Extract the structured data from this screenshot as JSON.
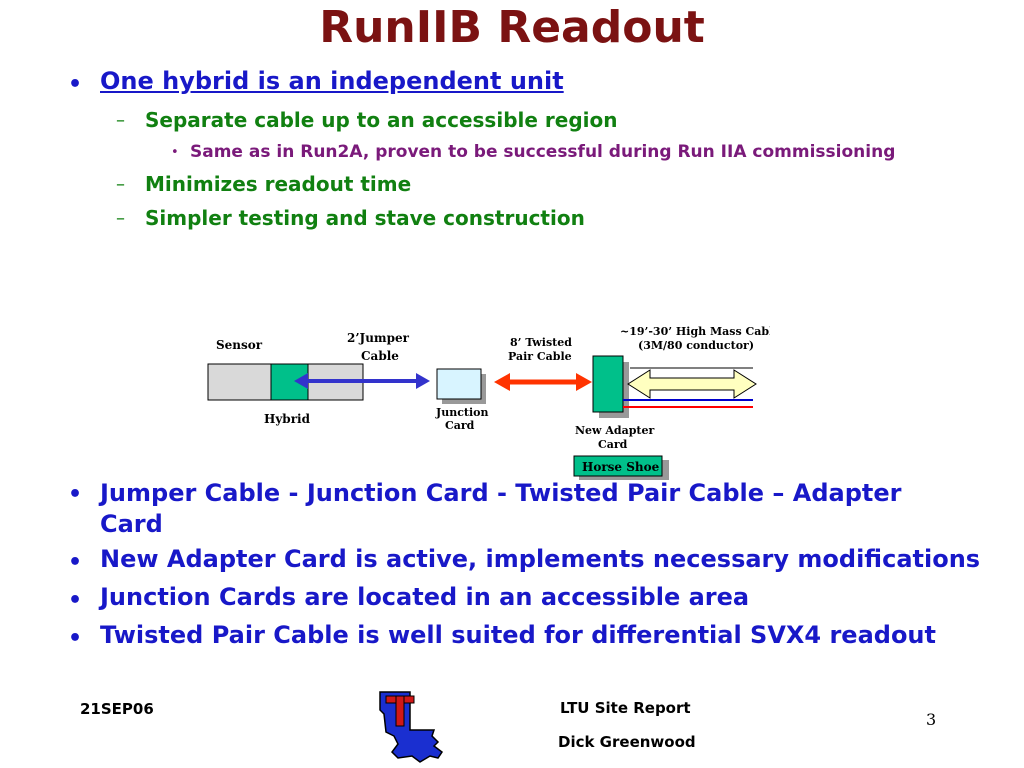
{
  "title": "RunIIB Readout",
  "intro": {
    "headline": "One hybrid is an independent unit",
    "sub1": "Separate cable up to an accessible region",
    "sub1_detail": "Same as in Run2A, proven to be successful during Run IIA commissioning",
    "sub2": "Minimizes readout time",
    "sub3": "Simpler testing and stave construction"
  },
  "diagram": {
    "sensor": "Sensor",
    "hybrid": "Hybrid",
    "jumper_line1": "2’Jumper",
    "jumper_line2": "Cable",
    "junction_line1": "Junction",
    "junction_line2": "Card",
    "twisted_line1": "8’ Twisted",
    "twisted_line2": "Pair Cable",
    "highmass_line1": "~19’-30’ High Mass Cable",
    "highmass_line2": "(3M/80 conductor)",
    "adapter_line1": "New Adapter",
    "adapter_line2": "Card",
    "horseshoe": "Horse Shoe",
    "colors": {
      "hybrid": "#00c08a",
      "junction": "#d8f4ff",
      "jumper_arrow": "#3333cc",
      "twisted_arrow": "#ff3300",
      "highmass_arrow": "#ffffc0",
      "cable_red": "#ff0000",
      "cable_blue": "#0000cc"
    }
  },
  "points": [
    "Jumper Cable  - Junction Card - Twisted Pair Cable – Adapter Card",
    "New Adapter Card is active, implements necessary modifications",
    "Junction Cards are located in an accessible area",
    "Twisted Pair Cable is well suited for differential  SVX4 readout"
  ],
  "footer": {
    "date": "21SEP06",
    "report": "LTU Site Report",
    "author": "Dick Greenwood",
    "page": "3"
  },
  "bullet_symbols": {
    "l1": "•",
    "l2": "–",
    "l3": "•"
  }
}
